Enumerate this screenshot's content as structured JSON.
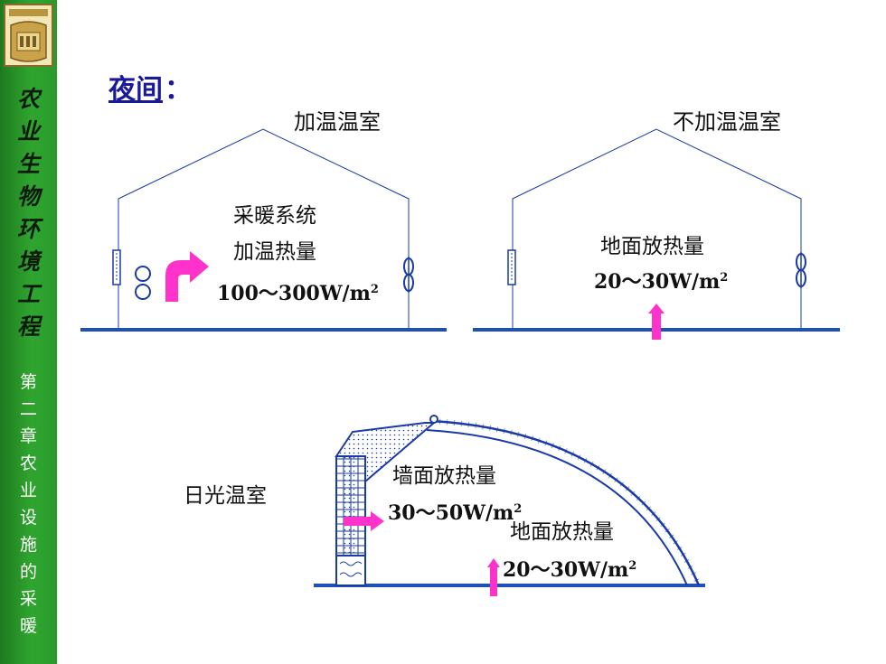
{
  "sidebar": {
    "title": "农业生物环境工程",
    "chapter": "第二章农业设施的采暖"
  },
  "slide": {
    "heading": "夜间",
    "heading_colon": "："
  },
  "heated": {
    "label": "加温温室",
    "system_line1": "采暖系统",
    "system_line2": "加温热量",
    "value": "100～300W/m",
    "sup": "2"
  },
  "unheated": {
    "label": "不加温温室",
    "ground_label": "地面放热量",
    "value": "20～30W/m",
    "sup": "2"
  },
  "solar": {
    "label": "日光温室",
    "wall_label": "墙面放热量",
    "wall_value": "30～50W/m",
    "wall_sup": "2",
    "ground_label": "地面放热量",
    "ground_value": "20～30W/m",
    "ground_sup": "2"
  },
  "colors": {
    "sidebar_green": "#2fa52f",
    "structure_blue": "#1a3aa8",
    "ground_blue": "#1f4fb8",
    "arrow_magenta": "#ff33cc",
    "heading_blue": "#1a1a99"
  }
}
